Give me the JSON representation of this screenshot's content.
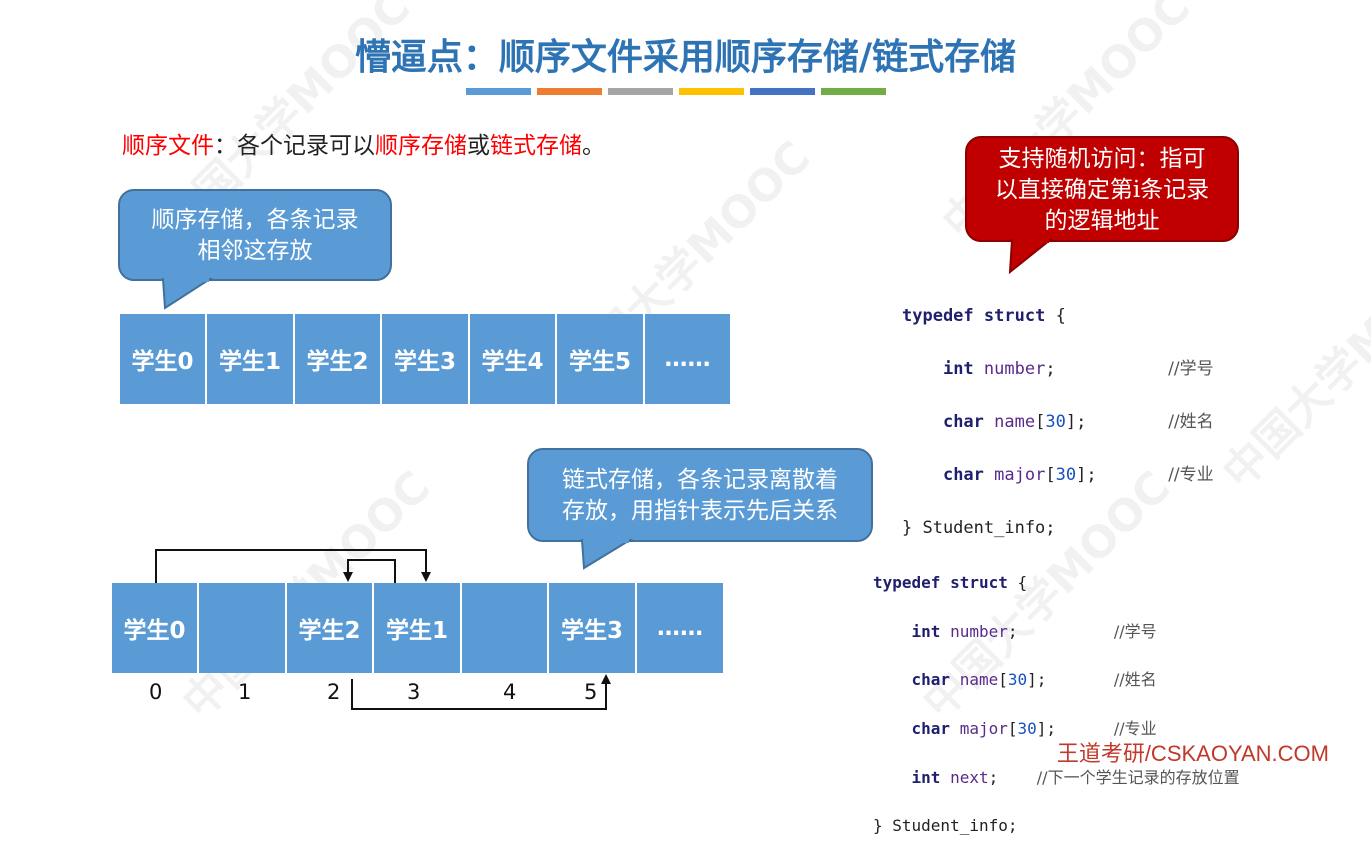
{
  "title": "懵逼点：顺序文件采用顺序存储/链式存储",
  "title_bar_colors": [
    "#5b9bd5",
    "#ed7d31",
    "#a5a5a5",
    "#ffc000",
    "#4472c4",
    "#70ad47"
  ],
  "intro": {
    "part1": "顺序文件",
    "part2": "：各个记录可以",
    "part3": "顺序存储",
    "part4": "或",
    "part5": "链式存储",
    "part6": "。"
  },
  "callout_seq": {
    "line1": "顺序存储，各条记录",
    "line2": "相邻这存放"
  },
  "callout_random": {
    "line1": "支持随机访问：指可",
    "line2": "以直接确定第i条记录",
    "line3": "的逻辑地址"
  },
  "callout_linked": {
    "line1": "链式存储，各条记录离散着",
    "line2": "存放，用指针表示先后关系"
  },
  "seq_cells": [
    "学生0",
    "学生1",
    "学生2",
    "学生3",
    "学生4",
    "学生5",
    "……"
  ],
  "linked_cells": [
    "学生0",
    "",
    "学生2",
    "学生1",
    "",
    "学生3",
    "……"
  ],
  "linked_indices": [
    "0",
    "1",
    "2",
    "3",
    "4",
    "5"
  ],
  "code1": {
    "l1a": "typedef",
    "l1b": "struct",
    "l1c": " {",
    "l2kw": "int",
    "l2id": "number",
    "l2p": ";",
    "l2c": "//学号",
    "l3kw": "char",
    "l3id": "name",
    "l3n": "30",
    "l3c": "//姓名",
    "l4kw": "char",
    "l4id": "major",
    "l4n": "30",
    "l4c": "//专业",
    "l5": "} Student_info;"
  },
  "code2": {
    "l1a": "typedef",
    "l1b": "struct",
    "l1c": " {",
    "l2kw": "int",
    "l2id": "number",
    "l2c": "//学号",
    "l3kw": "char",
    "l3id": "name",
    "l3n": "30",
    "l3c": "//姓名",
    "l4kw": "char",
    "l4id": "major",
    "l4n": "30",
    "l4c": "//专业",
    "l5kw": "int",
    "l5id": "next",
    "l5c": "//下一个学生记录的存放位置",
    "l6": "} Student_info;"
  },
  "footer": "王道考研/CSKAOYAN.COM",
  "watermark": "中国大学MOOC"
}
